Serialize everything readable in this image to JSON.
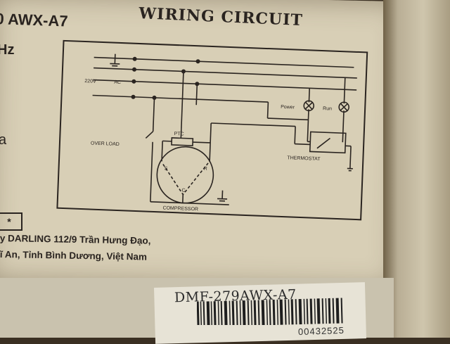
{
  "label": {
    "title": "WIRING CIRCUIT",
    "model_partial": "0 AWX-A7",
    "frequency_partial": "Hz",
    "letter_partial": "a",
    "cert_mark": "*",
    "address_line1": "y DARLING 112/9 Trần Hưng Đạo,",
    "address_line2": "ĩ An, Tỉnh Bình Dương, Việt Nam"
  },
  "diagram": {
    "voltage": "220V",
    "ac": "AC",
    "overload": "OVER LOAD",
    "ptc": "PTC",
    "compressor": "COMPRESSOR",
    "terminal_s": "S",
    "terminal_r": "R",
    "terminal_c": "C",
    "power": "Power",
    "run": "Run",
    "thermostat": "THERMOSTAT"
  },
  "sticker": {
    "model_code": "DMF-279AWX-A7",
    "serial_partial": "00432525"
  },
  "colors": {
    "label_bg": "#d8cfb6",
    "ink": "#2a2420",
    "sticker_bg": "#e7e3d6"
  }
}
